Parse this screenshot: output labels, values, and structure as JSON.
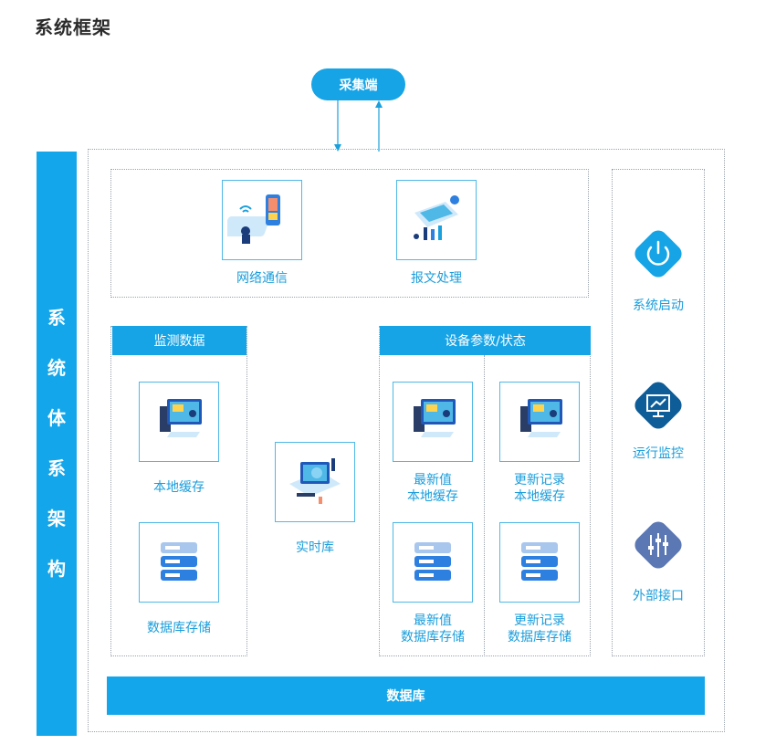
{
  "page_title": "系统框架",
  "collector": "采集端",
  "side_bar_chars": [
    "系",
    "统",
    "体",
    "系",
    "架",
    "构"
  ],
  "comm": {
    "network": "网络通信",
    "message": "报文处理"
  },
  "monitor": {
    "title": "监测数据",
    "local_cache": "本地缓存",
    "db_storage": "数据库存储"
  },
  "realtime": "实时库",
  "device": {
    "title": "设备参数/状态",
    "latest_cache_l1": "最新值",
    "latest_cache_l2": "本地缓存",
    "update_cache_l1": "更新记录",
    "update_cache_l2": "本地缓存",
    "latest_db_l1": "最新值",
    "latest_db_l2": "数据库存储",
    "update_db_l1": "更新记录",
    "update_db_l2": "数据库存储"
  },
  "system": {
    "startup": "系统启动",
    "monitoring": "运行监控",
    "interface": "外部接口"
  },
  "database": "数据库",
  "colors": {
    "primary_blue": "#16a4e6",
    "dark_blue": "#0e5d98",
    "slate_blue": "#5b78b4",
    "label_blue": "#1a9ddb"
  }
}
